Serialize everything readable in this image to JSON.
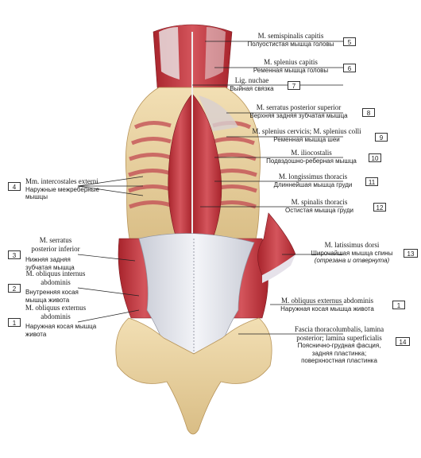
{
  "labels": [
    {
      "num": "5",
      "lat": "M. semispinalis capitis",
      "ru": "Полуостистая мышца головы"
    },
    {
      "num": "6",
      "lat": "M. splenius capitis",
      "ru": "Ременная мышца головы"
    },
    {
      "num": "7",
      "lat": "Lig. nuchae",
      "ru": "Выйная связка"
    },
    {
      "num": "8",
      "lat": "M. serratus posterior superior",
      "ru": "Верхняя задняя зубчатая мышца"
    },
    {
      "num": "9",
      "lat": "M. splenius cervicis; M. splenius colli",
      "ru": "Ременная мышца шеи"
    },
    {
      "num": "10",
      "lat": "M. iliocostalis",
      "ru": "Подвздошно-реберная мышца"
    },
    {
      "num": "11",
      "lat": "M. longissimus thoracis",
      "ru": "Длиннейшая мышца груди"
    },
    {
      "num": "12",
      "lat": "M. spinalis thoracis",
      "ru": "Остистая мышца груди"
    },
    {
      "num": "13",
      "lat": "M. latissimus dorsi",
      "ru": "Широчайшая мышца спины",
      "ru2": "(отрезана и отвернута)"
    },
    {
      "num": "1",
      "lat": "M. obliquus externus abdominis",
      "ru": "Наружная косая мышца живота"
    },
    {
      "num": "14",
      "lat1": "Fascia thoracolumbalis, lamina",
      "lat2": "posterior; lamina superficialis",
      "ru1": "Пояснично-грудная фасция,",
      "ru2": "задняя пластинка;",
      "ru3": "поверхностная пластинка"
    },
    {
      "num": "4",
      "lat": "Mm. intercostales externi",
      "ru1": "Наружные межреберные",
      "ru2": "мышцы"
    },
    {
      "num": "3",
      "lat1": "M. serratus",
      "lat2": "posterior inferior",
      "ru1": "Нижняя задняя",
      "ru2": "зубчатая мышца"
    },
    {
      "num": "2",
      "lat1": "M. obliquus internus",
      "lat2": "abdominis",
      "ru1": "Внутренняя косая",
      "ru2": "мышца живота"
    },
    {
      "num": "1",
      "lat1": "M. obliquus externus",
      "lat2": "abdominis",
      "ru1": "Наружная косая мышца",
      "ru2": "живота"
    }
  ]
}
